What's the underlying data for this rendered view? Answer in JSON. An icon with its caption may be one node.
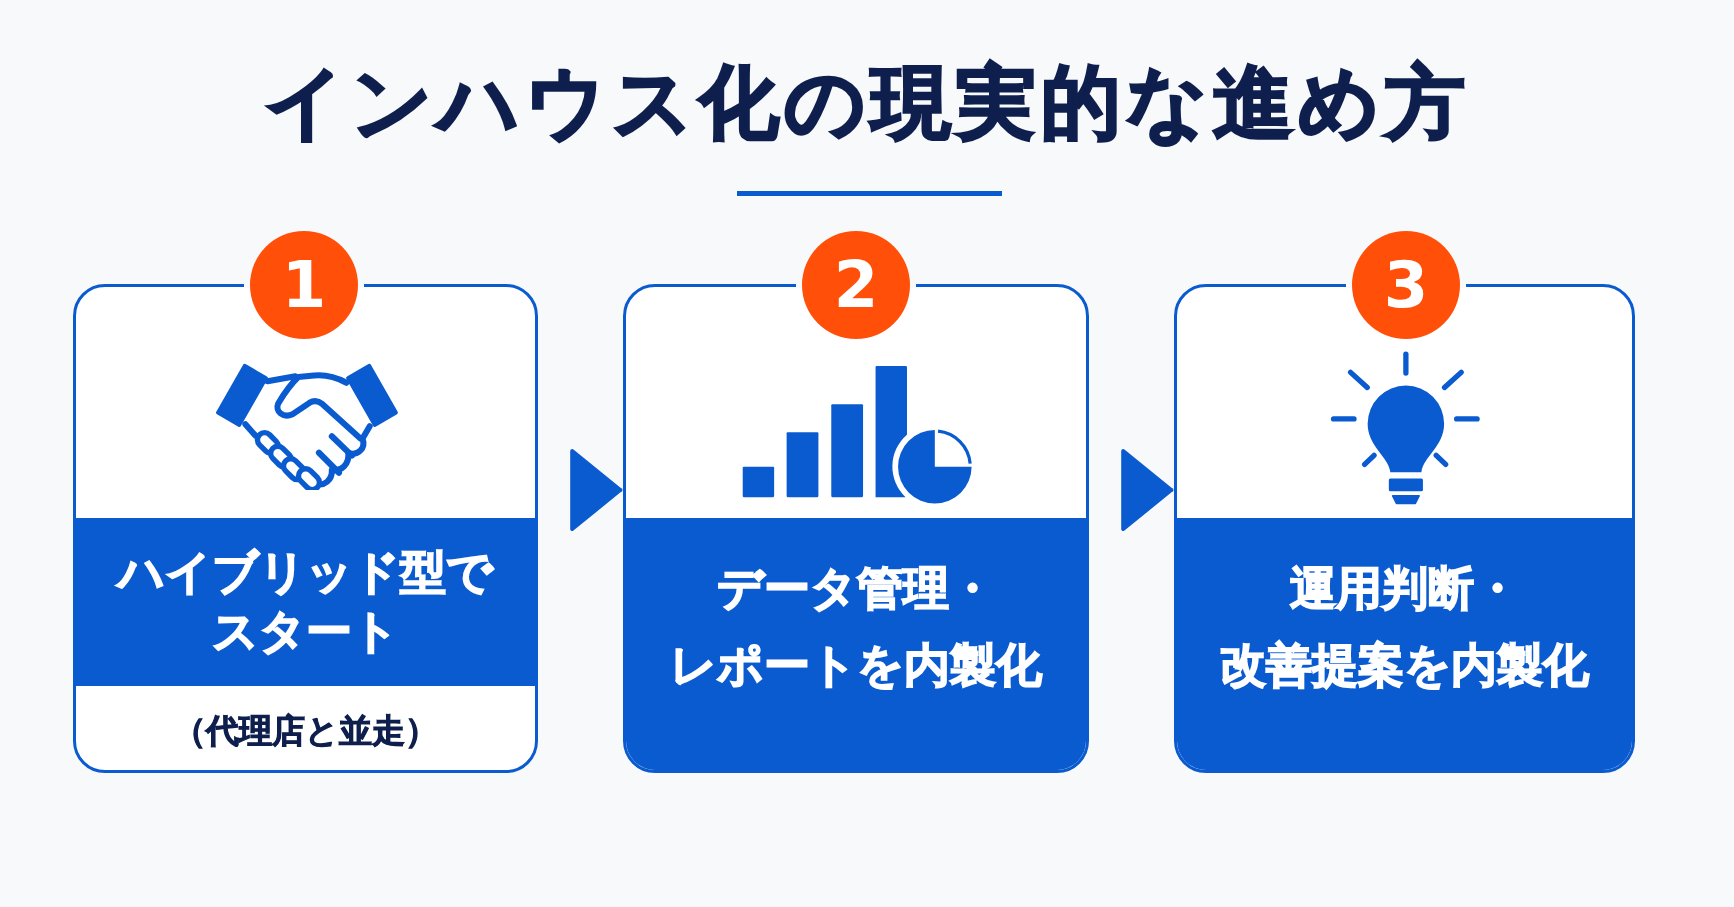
{
  "diagram": {
    "title": "インハウス化の現実的な進め方",
    "nodes": [
      {
        "text": [
          "1"
        ]
      },
      {
        "text": [
          "（代理店と並走）"
        ]
      },
      {
        "text": [
          "ハイブリッド型でスタート"
        ],
        "in": 1
      },
      {
        "text": [
          "2"
        ]
      },
      {
        "text": [],
        "shape": "box"
      },
      {
        "text": [
          "データ管理・レポートを内製化"
        ],
        "in": 4
      },
      {
        "text": [
          "3"
        ]
      },
      {
        "text": [],
        "shape": "box"
      },
      {
        "text": [
          "運用判断・改善提案を内製化"
        ],
        "in": 7
      }
    ],
    "edges": [
      {
        "from": 1,
        "to": 4,
        "arrow": "to"
      },
      {
        "from": 4,
        "to": 7,
        "arrow": "to"
      }
    ]
  }
}
